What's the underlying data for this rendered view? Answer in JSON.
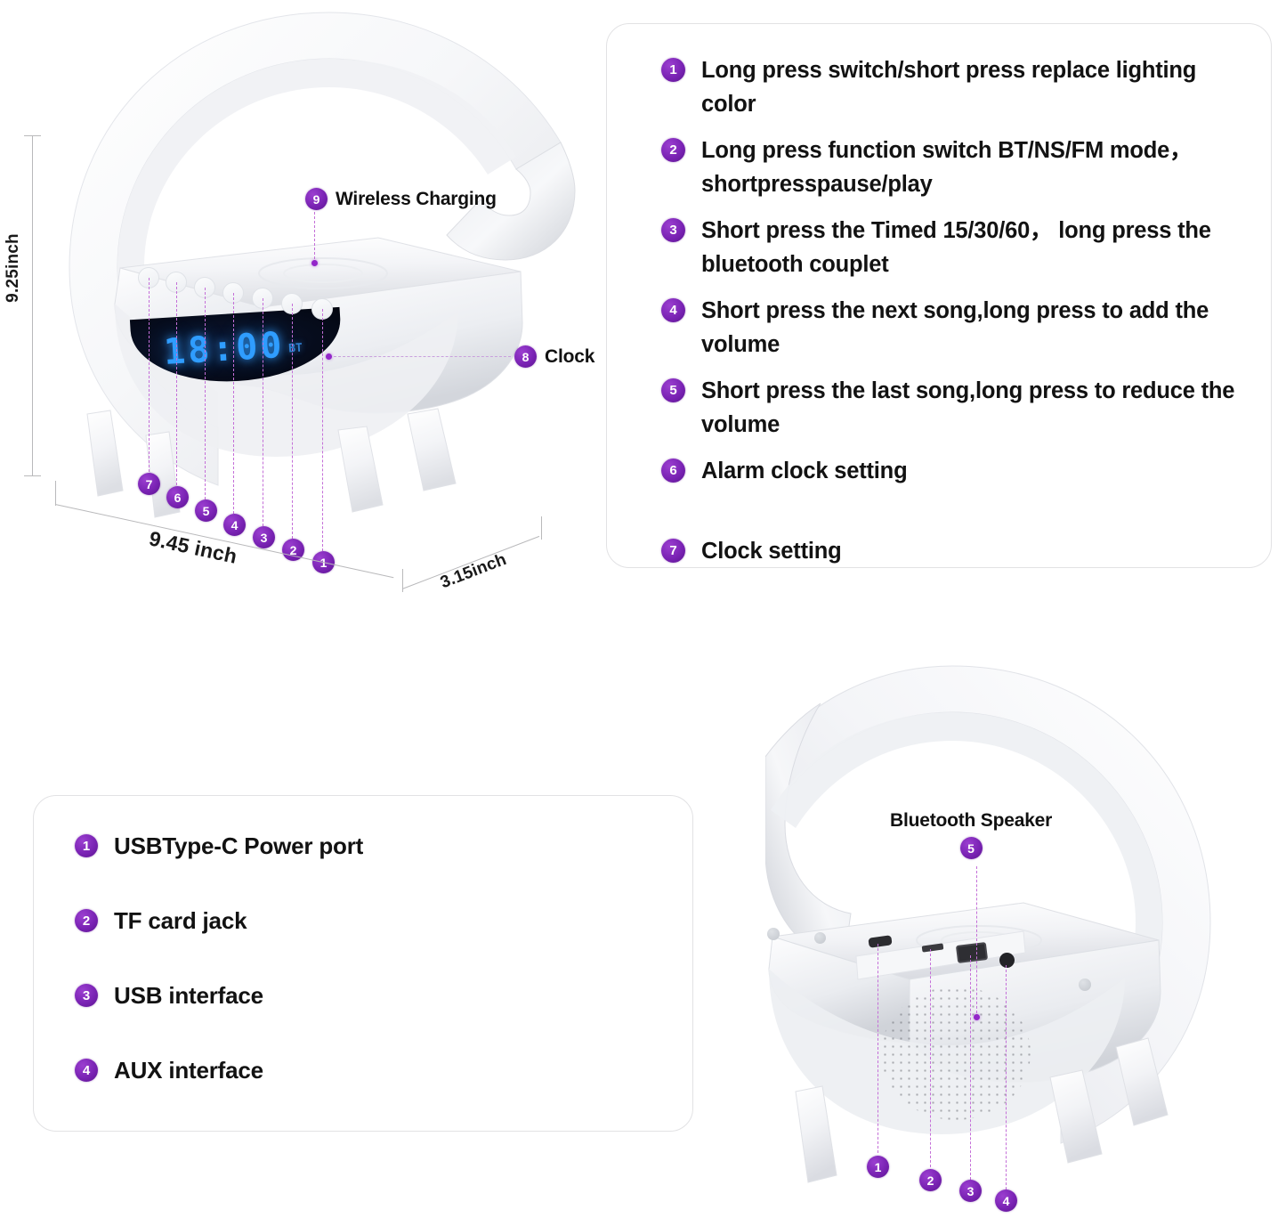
{
  "page": {
    "background_color": "#ffffff",
    "accent_color": "#7a23b4",
    "leader_color": "#c46fd8"
  },
  "panels": {
    "controls": {
      "border_color": "#e2e2e4"
    },
    "ports": {
      "border_color": "#e2e2e4"
    }
  },
  "control_instructions": [
    {
      "num": "1",
      "text": "Long press switch/short press replace lighting color"
    },
    {
      "num": "2",
      "text": "Long press function switch BT/NS/FM mode，shortpresspause/play"
    },
    {
      "num": "3",
      "text": "Short press the Timed 15/30/60， long press the bluetooth couplet"
    },
    {
      "num": "4",
      "text": "Short press the next song,long press to add the volume"
    },
    {
      "num": "5",
      "text": "Short press the last song,long press to reduce the volume"
    },
    {
      "num": "6",
      "text": "Alarm clock setting"
    },
    {
      "num": "7",
      "text": "Clock setting"
    }
  ],
  "port_list": [
    {
      "num": "1",
      "text": "USBType-C Power port"
    },
    {
      "num": "2",
      "text": "TF card jack"
    },
    {
      "num": "3",
      "text": "USB interface"
    },
    {
      "num": "4",
      "text": "AUX interface"
    }
  ],
  "product_front": {
    "callouts": [
      {
        "num": "9",
        "label": "Wireless Charging"
      },
      {
        "num": "8",
        "label": "Clock"
      }
    ],
    "button_badges": [
      "7",
      "6",
      "5",
      "4",
      "3",
      "2",
      "1"
    ],
    "display": {
      "time": "18:00",
      "indicator": "BT"
    },
    "dimensions": {
      "height": "9.25inch",
      "width": "9.45 inch",
      "depth": "3.15inch"
    }
  },
  "product_rear": {
    "callouts": [
      {
        "num": "5",
        "label": "Bluetooth Speaker"
      }
    ],
    "port_badges": [
      "1",
      "2",
      "3",
      "4"
    ],
    "ports": [
      {
        "name": "usb-c-port"
      },
      {
        "name": "tf-card-slot"
      },
      {
        "name": "usb-a-port"
      },
      {
        "name": "aux-jack"
      }
    ]
  }
}
